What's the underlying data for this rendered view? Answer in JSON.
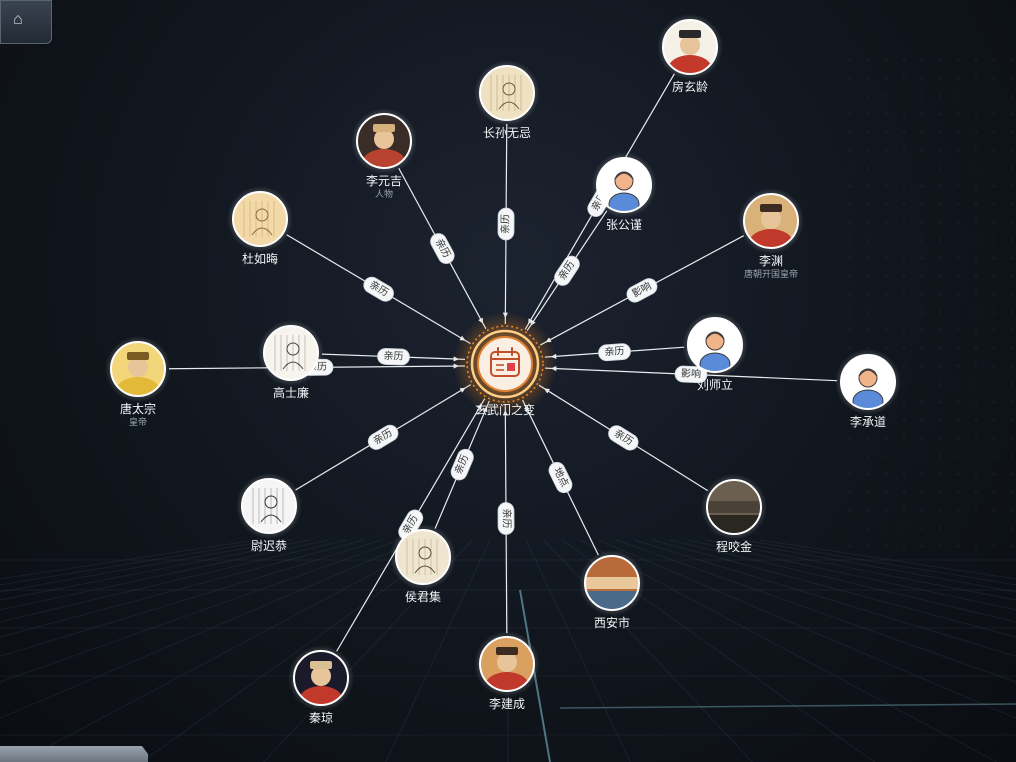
{
  "page": {
    "back_icon": "home-icon"
  },
  "center": {
    "label": "玄武门之变",
    "icon": "calendar-icon",
    "accent": "#f08a24"
  },
  "nodes": [
    {
      "id": "fxl",
      "label": "房玄龄",
      "sub": "",
      "type": "portrait",
      "palette": [
        "#f6f1e6",
        "#c33a2a",
        "#2a2a2a"
      ]
    },
    {
      "id": "zswj",
      "label": "长孙无忌",
      "sub": "",
      "type": "sketch",
      "palette": [
        "#efe2c2",
        "#b79c69",
        "#6b5a3a"
      ]
    },
    {
      "id": "lyj",
      "label": "李元吉",
      "sub": "人物",
      "type": "portrait",
      "palette": [
        "#3a2d27",
        "#b8432f",
        "#d6b07a"
      ]
    },
    {
      "id": "zgj",
      "label": "张公谨",
      "sub": "",
      "type": "avatar",
      "palette": [
        "#ffffff",
        "#5a8bd8",
        "#f0b38a"
      ]
    },
    {
      "id": "drh",
      "label": "杜如晦",
      "sub": "",
      "type": "sketch",
      "palette": [
        "#f3d9a8",
        "#caa46c",
        "#8a6a3a"
      ]
    },
    {
      "id": "ly",
      "label": "李渊",
      "sub": "唐朝开国皇帝",
      "type": "portrait",
      "palette": [
        "#d9b27a",
        "#c0392b",
        "#3b2b20"
      ]
    },
    {
      "id": "gsl",
      "label": "高士廉",
      "sub": "",
      "type": "sketch",
      "palette": [
        "#f7f4ee",
        "#9a9a9a",
        "#444444"
      ]
    },
    {
      "id": "lsl",
      "label": "刘师立",
      "sub": "",
      "type": "avatar",
      "palette": [
        "#ffffff",
        "#5a8bd8",
        "#f0b38a"
      ]
    },
    {
      "id": "tts",
      "label": "唐太宗",
      "sub": "皇帝",
      "type": "portrait",
      "palette": [
        "#f4d67a",
        "#e3b93a",
        "#7a5a20"
      ]
    },
    {
      "id": "lcd",
      "label": "李承道",
      "sub": "",
      "type": "avatar",
      "palette": [
        "#ffffff",
        "#5a8bd8",
        "#f0b38a"
      ]
    },
    {
      "id": "ycg",
      "label": "尉迟恭",
      "sub": "",
      "type": "sketch",
      "palette": [
        "#f5f5f5",
        "#8a8a8a",
        "#333333"
      ]
    },
    {
      "id": "cyj",
      "label": "程咬金",
      "sub": "",
      "type": "photo",
      "palette": [
        "#6b6050",
        "#4a4236",
        "#2a2620"
      ]
    },
    {
      "id": "hjj",
      "label": "侯君集",
      "sub": "",
      "type": "sketch",
      "palette": [
        "#efe6d2",
        "#b8a47a",
        "#5a4a30"
      ]
    },
    {
      "id": "xas",
      "label": "西安市",
      "sub": "",
      "type": "photo",
      "palette": [
        "#b86a3a",
        "#e8c89a",
        "#4a6a8a"
      ]
    },
    {
      "id": "qq",
      "label": "秦琼",
      "sub": "",
      "type": "portrait",
      "palette": [
        "#1a1a2a",
        "#c0392b",
        "#d8c090"
      ]
    },
    {
      "id": "ljc",
      "label": "李建成",
      "sub": "",
      "type": "portrait",
      "palette": [
        "#d9a060",
        "#c0392b",
        "#3b2b20"
      ]
    }
  ],
  "edges": [
    {
      "to": "fxl",
      "label": "亲历"
    },
    {
      "to": "zswj",
      "label": "亲历"
    },
    {
      "to": "lyj",
      "label": "亲历"
    },
    {
      "to": "zgj",
      "label": "亲历"
    },
    {
      "to": "drh",
      "label": "亲历"
    },
    {
      "to": "ly",
      "label": "影响"
    },
    {
      "to": "gsl",
      "label": "亲历"
    },
    {
      "to": "lsl",
      "label": "亲历"
    },
    {
      "to": "tts",
      "label": "亲历"
    },
    {
      "to": "lcd",
      "label": "影响"
    },
    {
      "to": "ycg",
      "label": "亲历"
    },
    {
      "to": "cyj",
      "label": "亲历"
    },
    {
      "to": "hjj",
      "label": "亲历"
    },
    {
      "to": "xas",
      "label": "地点"
    },
    {
      "to": "qq",
      "label": "亲历"
    },
    {
      "to": "ljc",
      "label": "亲历"
    }
  ]
}
